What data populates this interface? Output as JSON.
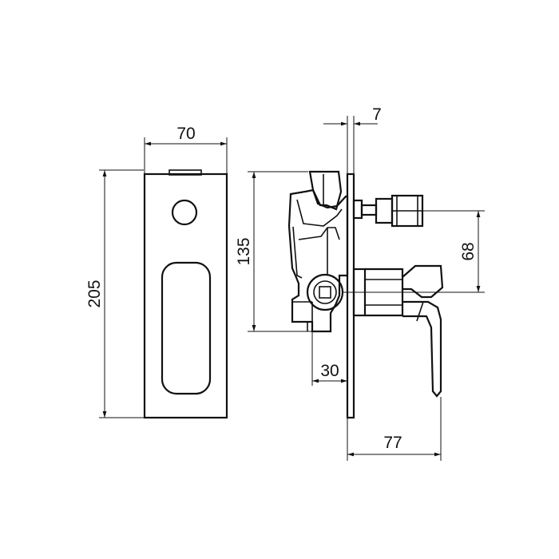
{
  "dimensions": {
    "width": "70",
    "height": "205",
    "body_height": "135",
    "plate_thickness": "7",
    "outlet_offset": "68",
    "depth": "30",
    "projection": "77"
  }
}
